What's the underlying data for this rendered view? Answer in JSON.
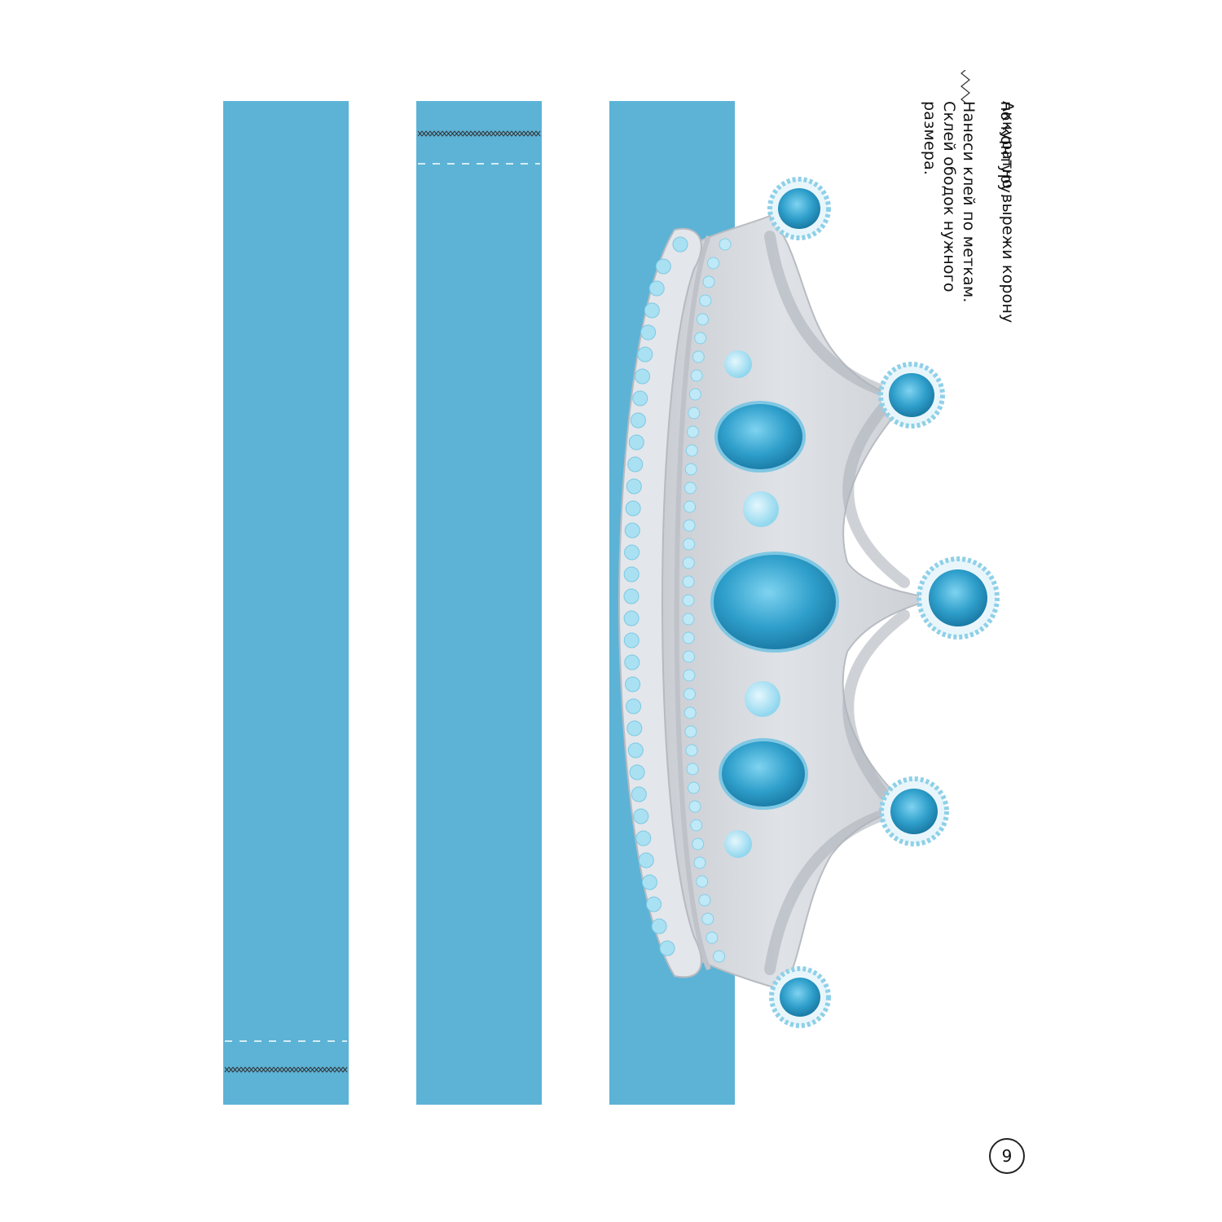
{
  "instructions": {
    "line1": "Аккуратно вырежи корону",
    "line2": "по контуру.",
    "line3": "Нанеси клей по меткам.",
    "line4": "Склей ободок нужного",
    "line5": "размера."
  },
  "page_number": "9",
  "colors": {
    "strip": "#5cb3d6",
    "crown_silver": "#d2d6dc",
    "gem_blue": "#2a9cc8",
    "bead_light": "#8fd6ee"
  },
  "icons": {
    "glue_mark": "zigzag-glue-mark-icon",
    "cut_line": "dashed-cut-line-icon",
    "crown": "crown-illustration"
  }
}
